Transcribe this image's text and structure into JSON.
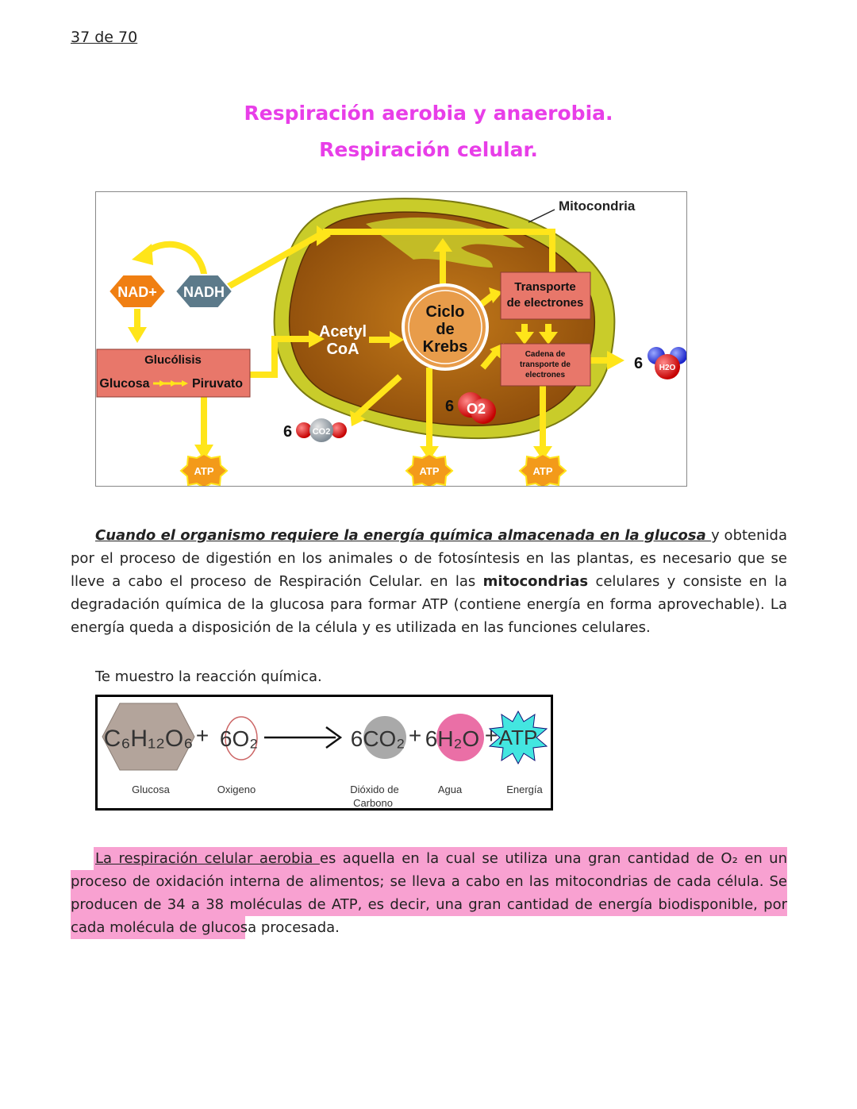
{
  "page": {
    "number": "37 de 70"
  },
  "titles": {
    "line1": "Respiración aerobia y anaerobia.",
    "line2": "Respiración celular."
  },
  "diagram": {
    "mitocondria": "Mitocondria",
    "nad_plus": "NAD+",
    "nadh": "NADH",
    "glucolisis": "Glucólisis",
    "glucosa": "Glucosa",
    "piruvato": "Piruvato",
    "acetyl": "Acetyl",
    "coa": "CoA",
    "ciclo": "Ciclo",
    "de": "de",
    "krebs": "Krebs",
    "transporte_1": "Transporte",
    "transporte_2": "de electrones",
    "cadena_1": "Cadena de",
    "cadena_2": "transporte de",
    "cadena_3": "electrones",
    "six_co2": "6",
    "co2": "CO2",
    "six_o2": "6",
    "o2": "O2",
    "six_h2o": "6",
    "h2o": "H2O",
    "atp": "ATP",
    "colors": {
      "arrow": "#ffe51a",
      "box": "#e8776a",
      "mito_outer": "#c9cc2a",
      "mito_inner": "#b66a12"
    }
  },
  "paragraph1": {
    "lead": "Cuando el organismo requiere la energía química almacenada en la glucosa ",
    "part1": "y obtenida por el proceso de digestión en los animales o de fotosíntesis en las plantas, es necesario que se lleve a cabo el proceso de Respiración Celular. en las ",
    "bold": "mitocondrias",
    "part2": " celulares y consiste en la degradación química de la glucosa para formar ATP (contiene energía en forma aprovechable). La energía queda a disposición de la célula y es utilizada en las funciones celulares."
  },
  "intro": "Te muestro la reacción química.",
  "reaction": {
    "glucose_formula": "C₆H₁₂O₆",
    "plus": "+",
    "oxygen_formula": "6O₂",
    "co2_formula": "6CO₂",
    "water_formula": "6H₂O",
    "atp": "ATP",
    "labels": {
      "glucosa": "Glucosa",
      "oxigeno": "Oxigeno",
      "dioxido_1": "Dióxido de",
      "dioxido_2": "Carbono",
      "agua": "Agua",
      "energia": "Energía"
    },
    "colors": {
      "glucose": "#b3a49b",
      "co2": "#a9a9a9",
      "water": "#ea6fa6",
      "atp": "#43e6e0"
    }
  },
  "paragraph2": {
    "underlined": "La respiración celular aerobia ",
    "rest": "es aquella en la cual se utiliza una gran cantidad de O₂ en un proceso de oxidación interna de alimentos; se lleva a cabo en las mitocondrias de cada célula. Se producen de 34 a 38 moléculas de ATP, es decir, una gran cantidad de energía biodisponible, por cada molécula de glucosa procesada.",
    "highlight_color": "#f8a1d1"
  }
}
